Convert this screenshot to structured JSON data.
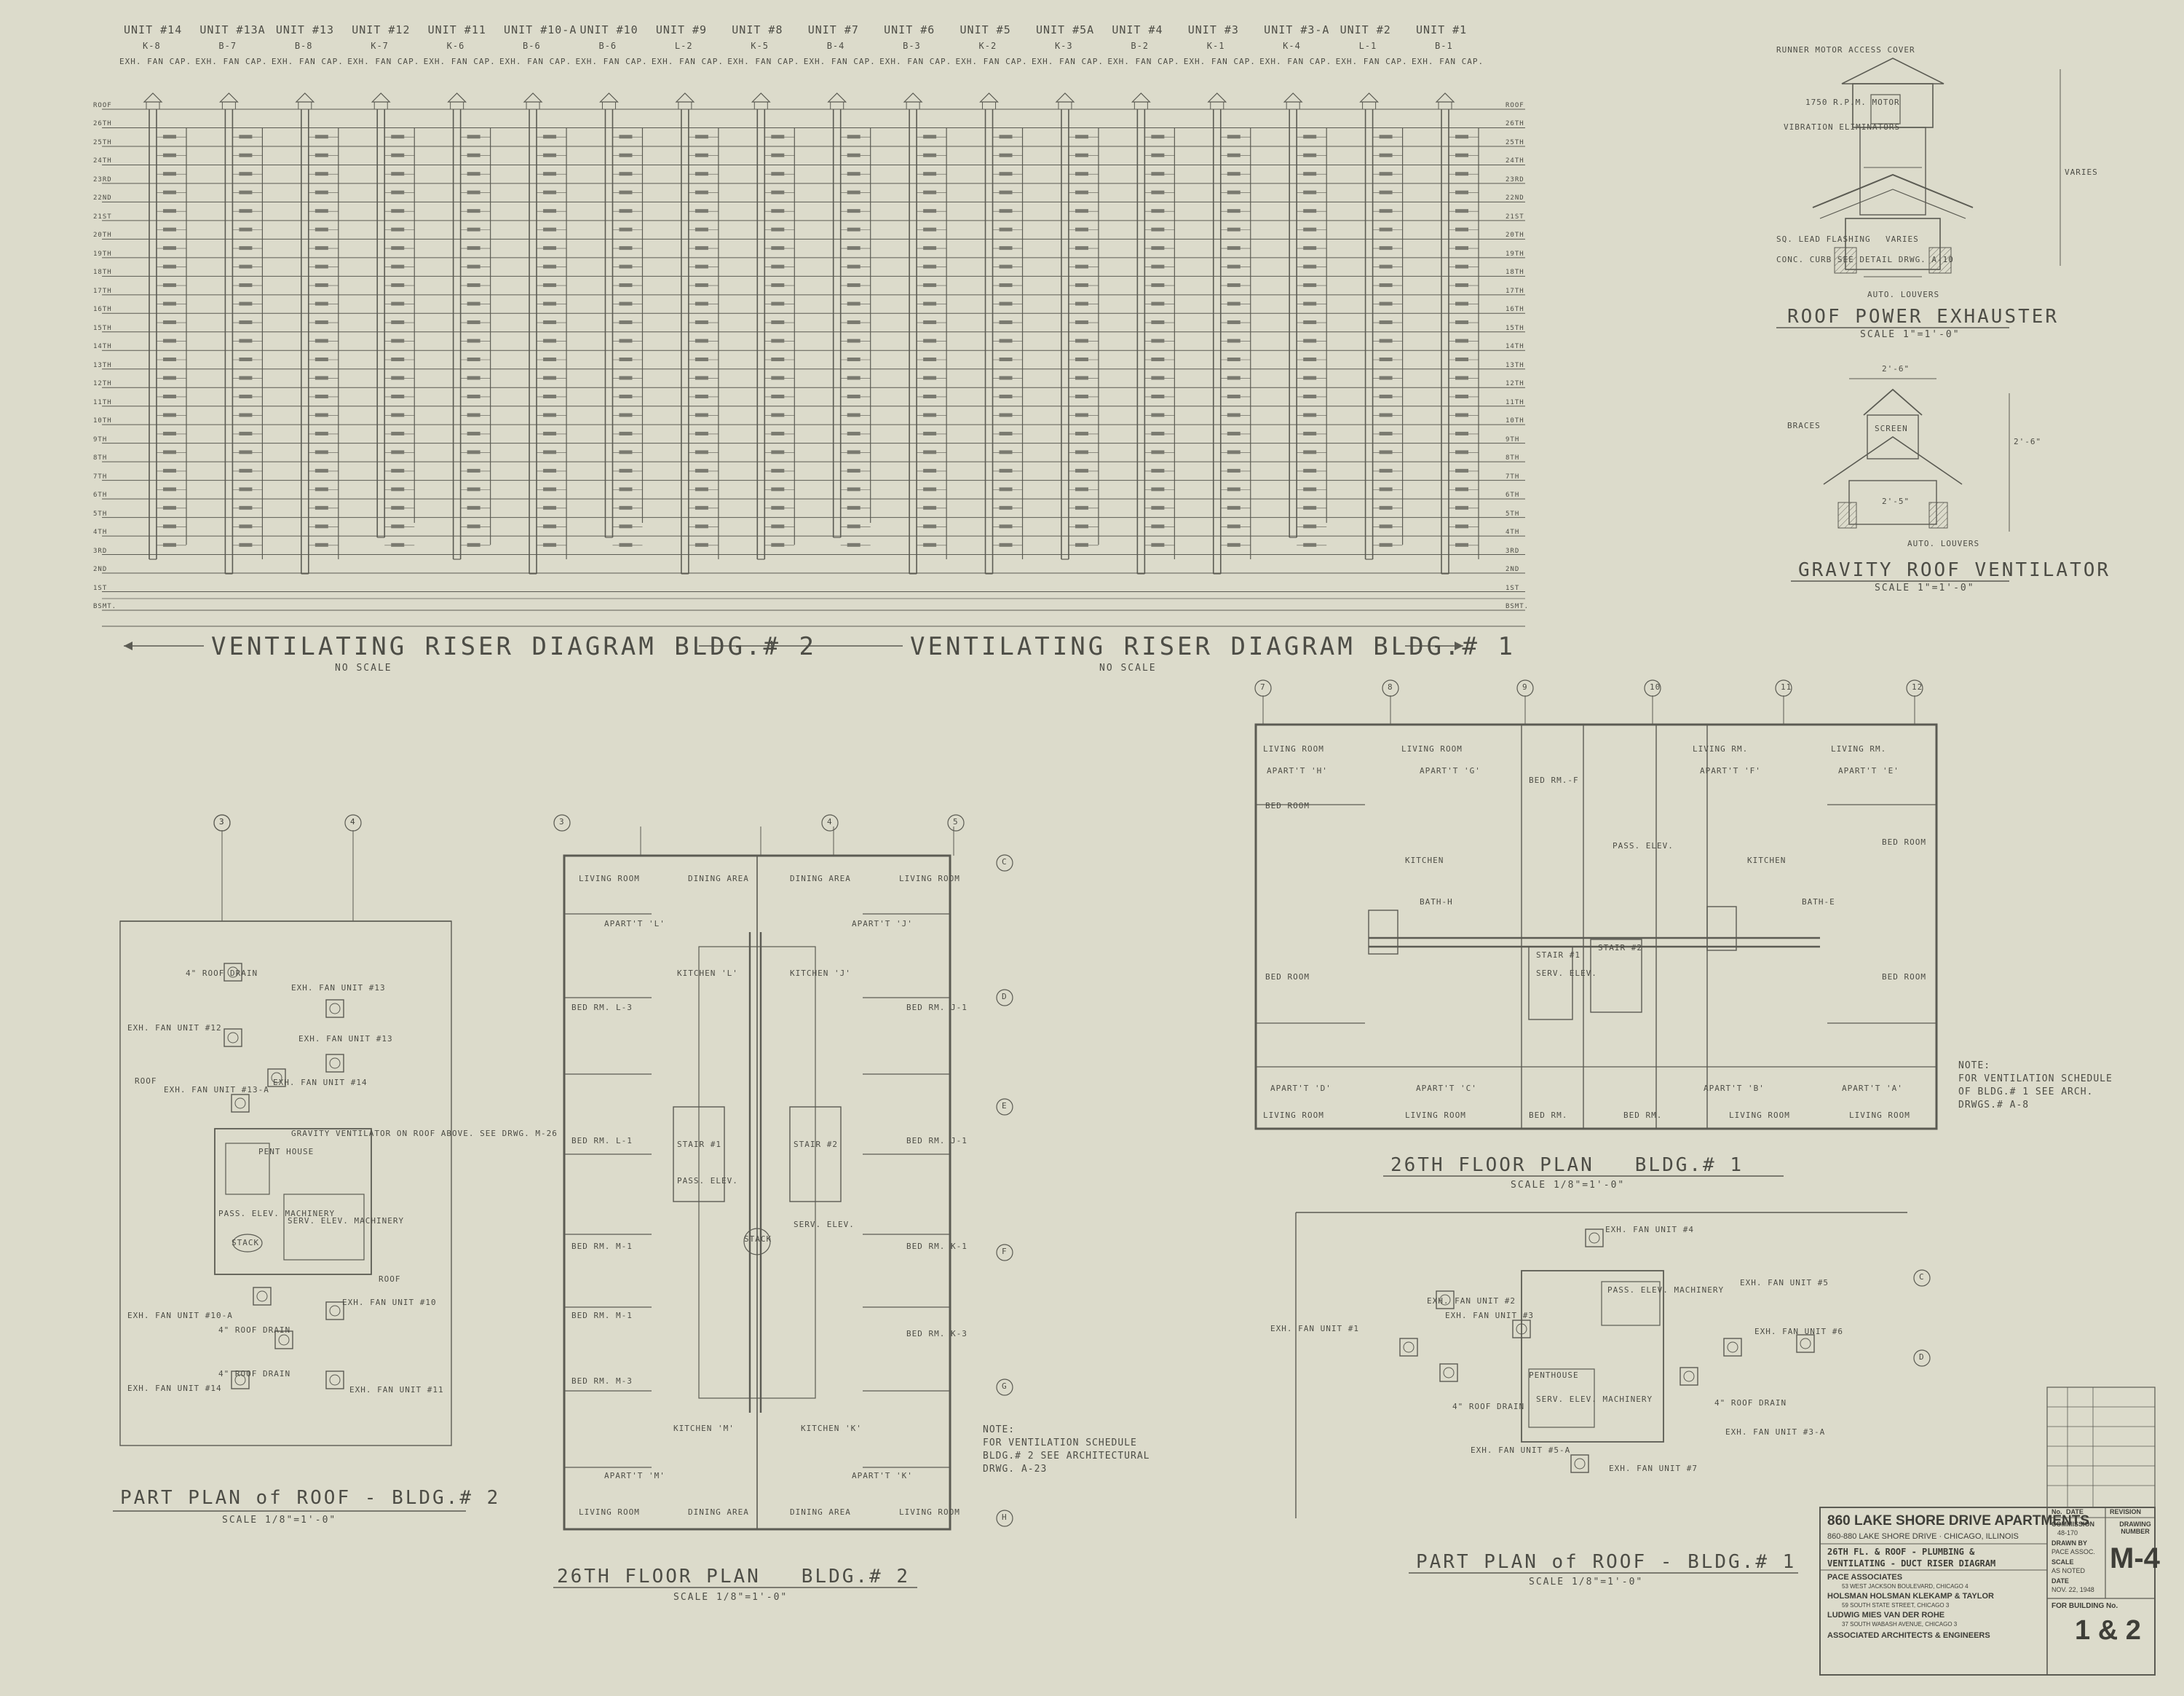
{
  "drawing": {
    "riser_bldg2_title": "VENTILATING RISER DIAGRAM BLDG.# 2",
    "riser_bldg1_title": "VENTILATING RISER DIAGRAM BLDG.# 1",
    "no_scale": "NO SCALE",
    "roof_power_title": "ROOF POWER EXHAUSTER",
    "roof_power_scale": "SCALE 1\"=1'-0\"",
    "gravity_title": "GRAVITY ROOF VENTILATOR",
    "gravity_scale": "SCALE 1\"=1'-0\"",
    "part_roof2_title": "PART PLAN of ROOF - BLDG.# 2",
    "part_roof2_scale": "SCALE 1/8\"=1'-0\"",
    "floor26_b2_title": "26TH FLOOR PLAN   BLDG.# 2",
    "floor26_b2_scale": "SCALE 1/8\"=1'-0\"",
    "floor26_b1_title": "26TH FLOOR PLAN   BLDG.# 1",
    "floor26_b1_scale": "SCALE 1/8\"=1'-0\"",
    "part_roof1_title": "PART PLAN of ROOF - BLDG.# 1",
    "part_roof1_scale": "SCALE 1/8\"=1'-0\"",
    "note_b2": "NOTE:\nFOR VENTILATION SCHEDULE\nBLDG.# 2 SEE ARCHITECTURAL\nDRWG. A-23",
    "note_b1": "NOTE:\nFOR VENTILATION SCHEDULE\nOF BLDG.# 1 SEE ARCH.\nDRWGS.# A-8"
  },
  "riser": {
    "units": [
      "UNIT #14",
      "UNIT #13A",
      "UNIT #13",
      "UNIT #12",
      "UNIT #11",
      "UNIT #10-A",
      "UNIT #10",
      "UNIT #9",
      "UNIT #8",
      "UNIT #7",
      "UNIT #6",
      "UNIT #5",
      "UNIT #5A",
      "UNIT #4",
      "UNIT #3",
      "UNIT #3-A",
      "UNIT #2",
      "UNIT #1"
    ],
    "codes": [
      "K-8",
      "B-7",
      "B-8",
      "K-7",
      "K-6",
      "B-6",
      "B-6",
      "L-2",
      "K-5",
      "B-4",
      "B-3",
      "K-2",
      "K-3",
      "B-2",
      "K-1",
      "K-4",
      "L-1",
      "B-1"
    ],
    "fan_cap": "EXH. FAN CAP.",
    "floors": [
      "ROOF",
      "26TH",
      "25TH",
      "24TH",
      "23RD",
      "22ND",
      "21ST",
      "20TH",
      "19TH",
      "18TH",
      "17TH",
      "16TH",
      "15TH",
      "14TH",
      "13TH",
      "12TH",
      "11TH",
      "10TH",
      "9TH",
      "8TH",
      "7TH",
      "6TH",
      "5TH",
      "4TH",
      "3RD",
      "2ND",
      "1ST",
      "BSMT."
    ]
  },
  "plans": {
    "b2_rooms": [
      "LIVING ROOM",
      "DINING AREA",
      "DINING AREA",
      "LIVING ROOM",
      "APART'T 'L'",
      "APART'T 'J'",
      "BED RM. L-3",
      "BED RM. J-1",
      "BED RM. L-1",
      "BED RM. J-1",
      "BED RM. M-1",
      "BED RM. K-1",
      "BED RM. M-1",
      "BED RM. K-3",
      "BED RM. M-3",
      "KITCHEN 'M'",
      "KITCHEN 'K'",
      "APART'T 'M'",
      "APART'T 'K'",
      "LIVING ROOM",
      "DINING AREA",
      "DINING AREA",
      "LIVING ROOM",
      "STAIR #1",
      "STAIR #2",
      "PASS. ELEV.",
      "SERV. ELEV.",
      "STACK",
      "KITCHEN 'L'",
      "KITCHEN 'J'"
    ],
    "b2_grid": [
      "3",
      "4",
      "3",
      "4",
      "5",
      "C",
      "D",
      "E",
      "F",
      "G",
      "H"
    ],
    "b1_rooms": [
      "LIVING ROOM",
      "LIVING ROOM",
      "BED RM.-F",
      "LIVING RM.",
      "LIVING RM.",
      "APART'T 'H'",
      "APART'T 'G'",
      "APART'T 'F'",
      "APART'T 'E'",
      "BED ROOM",
      "BED ROOM",
      "BED ROOM",
      "BED ROOM",
      "KITCHEN",
      "KITCHEN",
      "BATH-H",
      "BATH-E",
      "STAIR #1",
      "STAIR #2",
      "PASS. ELEV.",
      "SERV. ELEV.",
      "APART'T 'D'",
      "APART'T 'C'",
      "APART'T 'B'",
      "APART'T 'A'",
      "LIVING ROOM",
      "LIVING ROOM",
      "BED RM.",
      "BED RM.",
      "LIVING ROOM",
      "LIVING ROOM"
    ],
    "b1_grid": [
      "7",
      "8",
      "9",
      "10",
      "11",
      "12"
    ],
    "roof2_labels": [
      "4\" ROOF DRAIN",
      "EXH. FAN UNIT #12",
      "EXH. FAN UNIT #13",
      "EXH. FAN UNIT #13",
      "EXH. FAN UNIT #13-A",
      "EXH. FAN UNIT #14",
      "ROOF",
      "PENT HOUSE",
      "GRAVITY VENTILATOR ON ROOF ABOVE. SEE DRWG. M-26",
      "PASS. ELEV. MACHINERY",
      "SERV. ELEV. MACHINERY",
      "STACK",
      "4\" ROOF DRAIN",
      "ROOF",
      "EXH. FAN UNIT #10-A",
      "EXH. FAN UNIT #10",
      "4\" ROOF DRAIN",
      "EXH. FAN UNIT #14",
      "EXH. FAN UNIT #11"
    ],
    "roof1_labels": [
      "EXH. FAN UNIT #4",
      "EXH. FAN UNIT #2",
      "EXH. FAN UNIT #3",
      "EXH. FAN UNIT #1",
      "EXH. FAN UNIT #5",
      "EXH. FAN UNIT #6",
      "PENTHOUSE",
      "PASS. ELEV. MACHINERY",
      "SERV. ELEV. MACHINERY",
      "4\" ROOF DRAIN",
      "4\" ROOF DRAIN",
      "EXH. FAN UNIT #3-A",
      "EXH. FAN UNIT #5-A",
      "EXH. FAN UNIT #7"
    ],
    "roof1_grid": [
      "C",
      "D"
    ],
    "roof2_grid": [
      "3",
      "4"
    ],
    "detail_labels": [
      "RUNNER MOTOR ACCESS COVER",
      "1750 R.P.M. MOTOR",
      "VIBRATION ELIMINATORS",
      "SQ. LEAD FLASHING",
      "CONC. CURB SEE DETAIL DRWG. A-10",
      "AUTO. LOUVERS",
      "VARIES",
      "VARIES",
      "2'-6\"",
      "BRACES",
      "SCREEN",
      "2'-6\"",
      "2'-5\"",
      "AUTO. LOUVERS"
    ]
  },
  "title_block": {
    "project": "860 LAKE SHORE DRIVE APARTMENTS",
    "address": "860-880 LAKE SHORE DRIVE  ·  CHICAGO, ILLINOIS",
    "sheet_desc_1": "26TH FL. & ROOF - PLUMBING &",
    "sheet_desc_2": "VENTILATING - DUCT RISER DIAGRAM",
    "firm_1": "PACE ASSOCIATES",
    "firm_1_addr": "53 WEST JACKSON BOULEVARD, CHICAGO 4",
    "firm_2": "HOLSMAN HOLSMAN KLEKAMP & TAYLOR",
    "firm_2_addr": "59 SOUTH STATE STREET, CHICAGO 3",
    "firm_3": "LUDWIG MIES VAN DER ROHE",
    "firm_3_addr": "37 SOUTH WABASH AVENUE, CHICAGO 3",
    "firm_4": "ASSOCIATED ARCHITECTS & ENGINEERS",
    "commission_label": "COMMISSION",
    "commission": "48-170",
    "drawn_by_label": "DRAWN BY",
    "drawn_by": "PACE ASSOC.",
    "scale_label": "SCALE",
    "scale": "AS NOTED",
    "date_label": "DATE",
    "date": "NOV. 22, 1948",
    "no_label": "No.",
    "date_col": "DATE",
    "revision": "REVISION",
    "drawing_number_label": "DRAWING NUMBER",
    "drawing_number": "M-4",
    "for_building_label": "FOR BUILDING No.",
    "buildings": "1 & 2"
  }
}
